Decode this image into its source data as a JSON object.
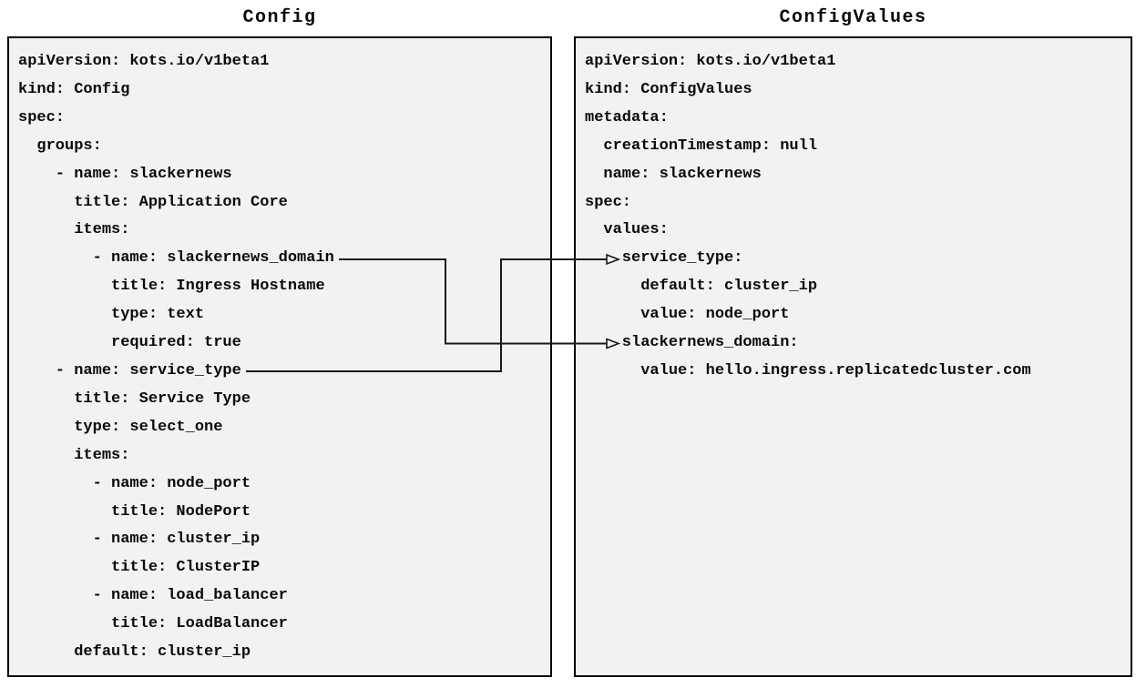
{
  "diagram": {
    "left_panel": {
      "title": "Config",
      "code_lines": [
        "apiVersion: kots.io/v1beta1",
        "kind: Config",
        "spec:",
        "  groups:",
        "    - name: slackernews",
        "      title: Application Core",
        "      items:",
        "        - name: slackernews_domain",
        "          title: Ingress Hostname",
        "          type: text",
        "          required: true",
        "    - name: service_type",
        "      title: Service Type",
        "      type: select_one",
        "      items:",
        "        - name: node_port",
        "          title: NodePort",
        "        - name: cluster_ip",
        "          title: ClusterIP",
        "        - name: load_balancer",
        "          title: LoadBalancer",
        "      default: cluster_ip"
      ]
    },
    "right_panel": {
      "title": "ConfigValues",
      "code_lines": [
        "apiVersion: kots.io/v1beta1",
        "kind: ConfigValues",
        "metadata:",
        "  creationTimestamp: null",
        "  name: slackernews",
        "spec:",
        "  values:",
        "    service_type:",
        "      default: cluster_ip",
        "      value: node_port",
        "    slackernews_domain:",
        "      value: hello.ingress.replicatedcluster.com"
      ]
    },
    "connections": [
      {
        "from": "Config item slackernews_domain",
        "to": "ConfigValues key slackernews_domain"
      },
      {
        "from": "Config item service_type",
        "to": "ConfigValues key service_type"
      }
    ],
    "colors": {
      "panel_background": "#f2f2f2",
      "panel_border": "#000000",
      "text": "#0a0a0a",
      "connector_line": "#1a1a1a"
    }
  }
}
